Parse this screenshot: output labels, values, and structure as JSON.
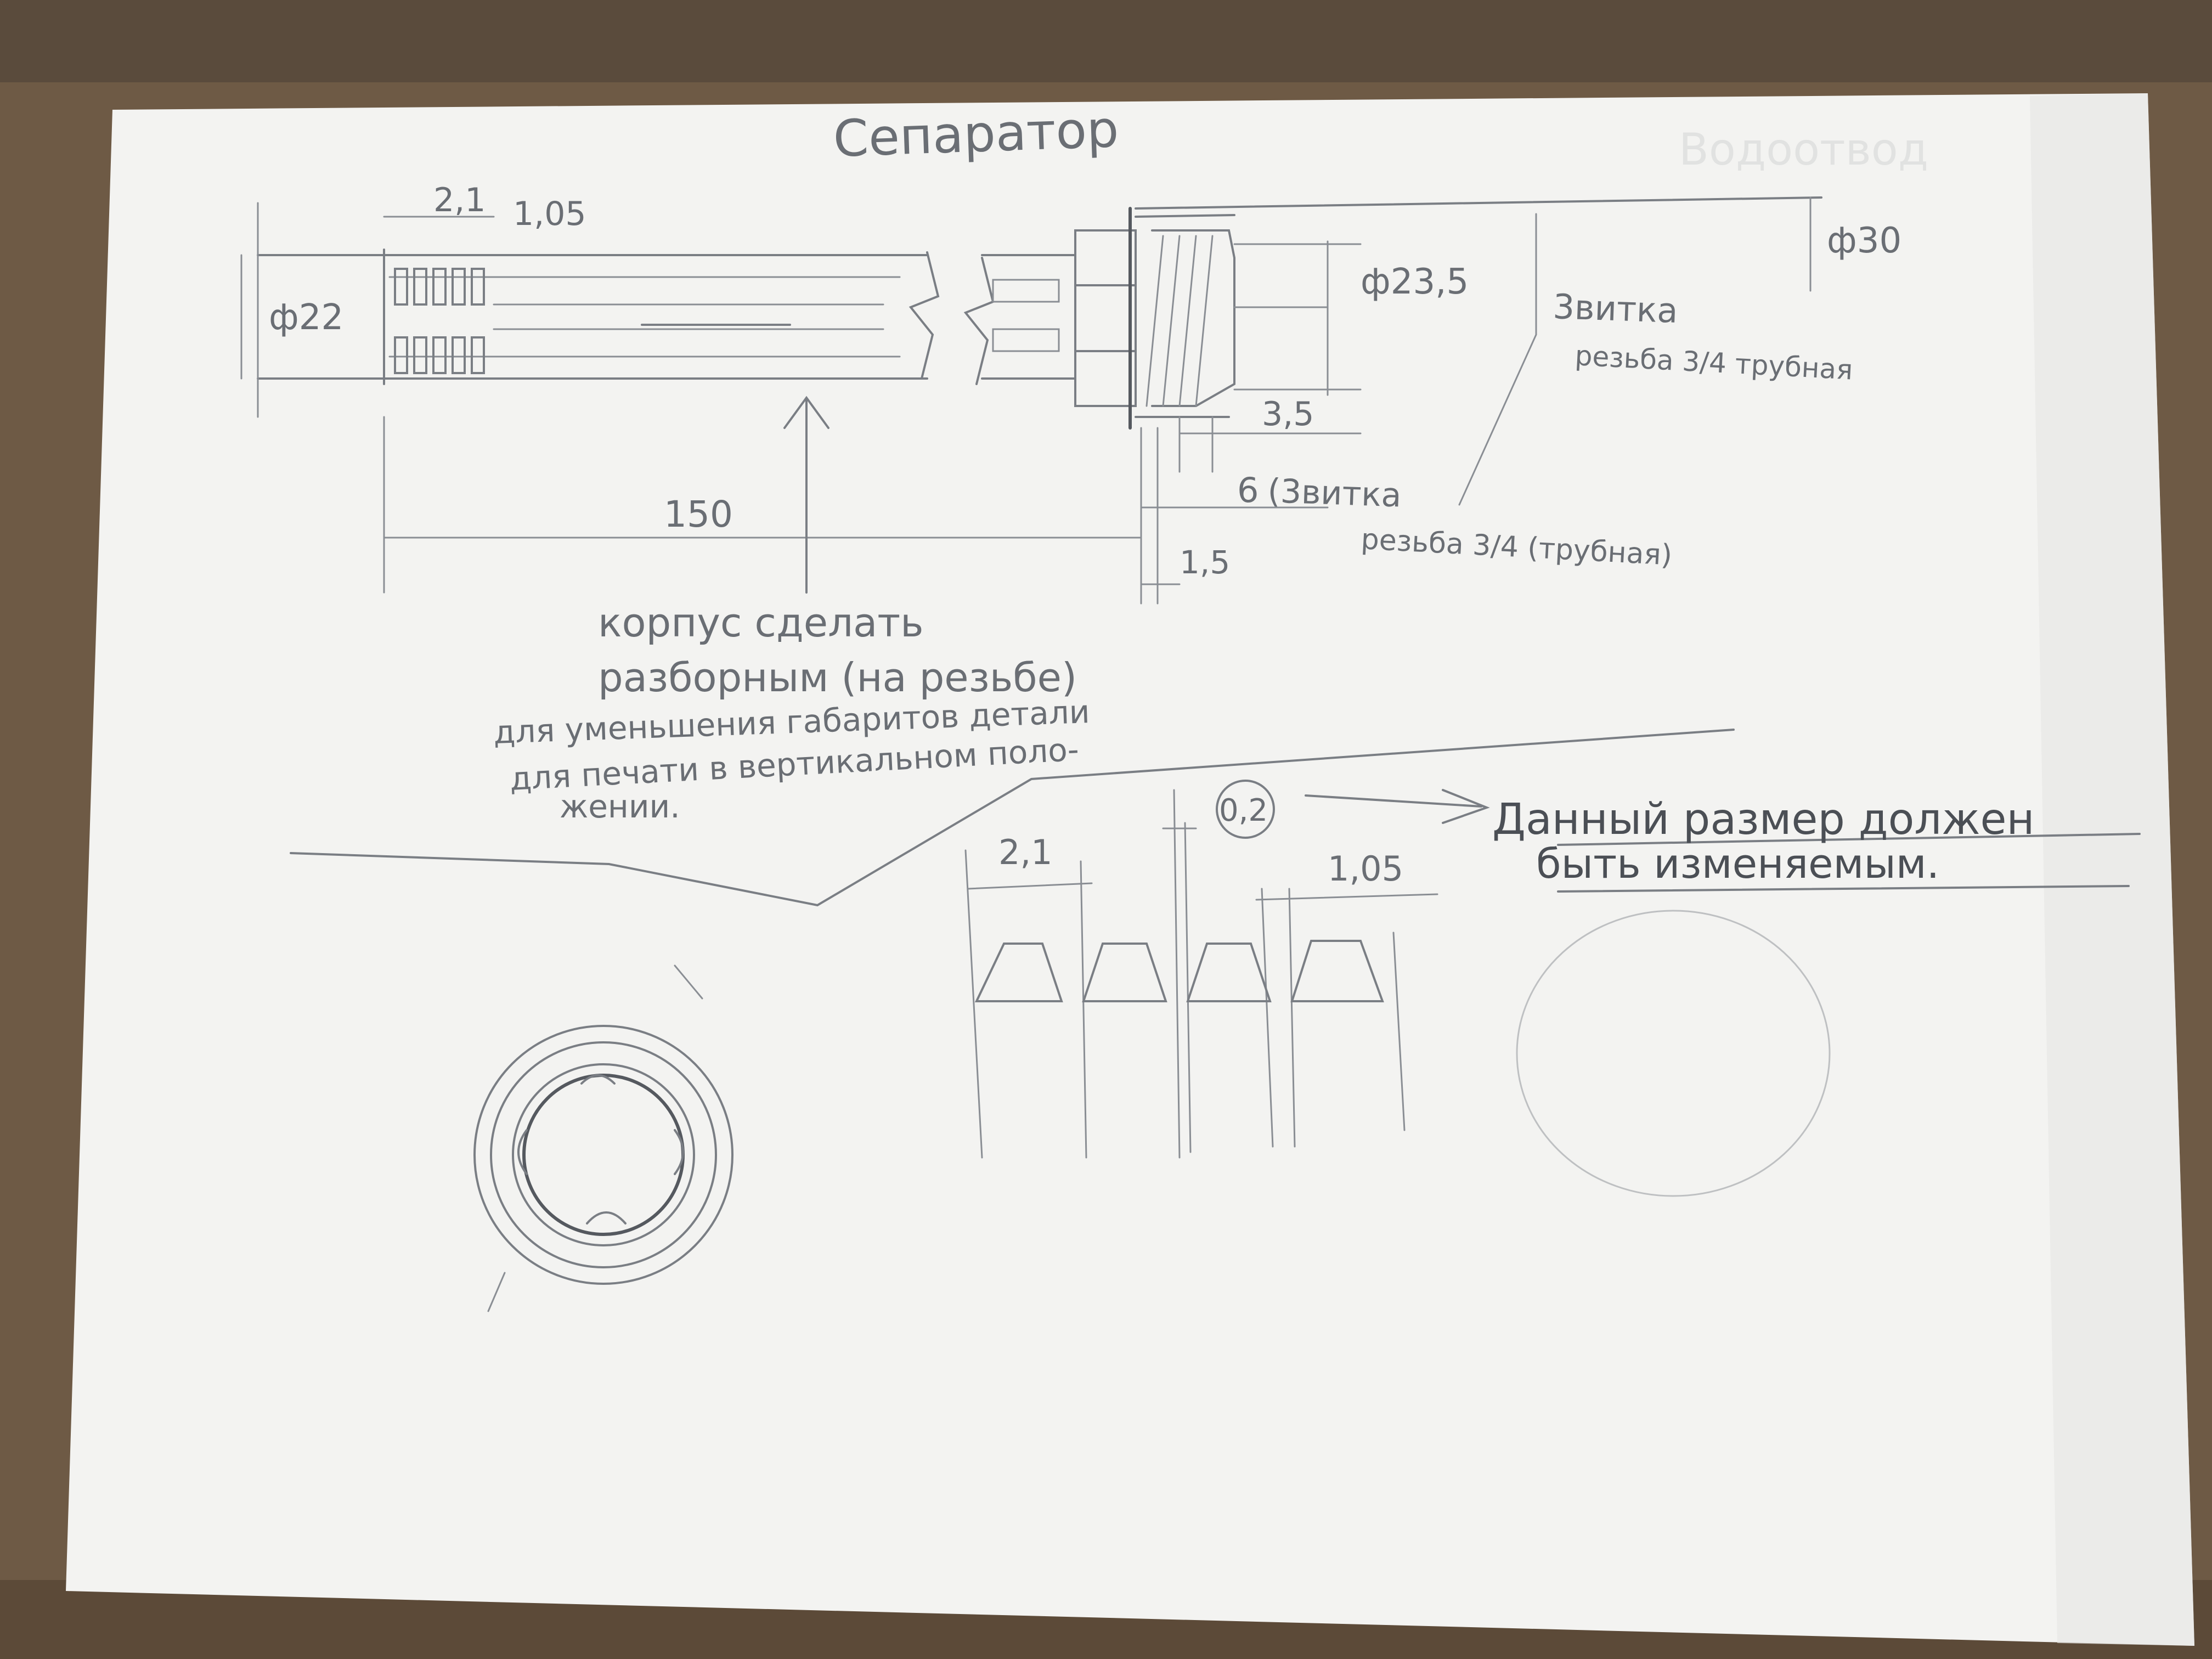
{
  "colors": {
    "desk": "#6b5844",
    "paper": "#f4f4f2",
    "pencil": "#6a6e74",
    "pencil_dark": "#4b4f55"
  },
  "sheet": {
    "title": "Сепаратор",
    "faint_title": "Водоотвод"
  },
  "dims": {
    "d22": "ф22",
    "pitch": "2,1",
    "gap": "1,05",
    "d23": "ф23,5",
    "d30": "ф30",
    "len150": "150",
    "d35": "3,5",
    "d6": "6",
    "d15": "1,5"
  },
  "notes": {
    "turns3_a": "3витка",
    "thread_a": "резьба 3/4 трубная",
    "turns3_b": "(3витка",
    "thread_b": "резьба 3/4 (трубная)",
    "body_line1": "корпус сделать",
    "body_line2": "разборным (на резьбе)",
    "reason_line1": "для уменьшения габаритов детали",
    "reason_line2": "для печати в вертикальном поло-",
    "reason_line3": "жении."
  },
  "detail": {
    "pitch": "2,1",
    "gap": "1,05",
    "tolerance": "0,2",
    "variable_line1": "Данный размер должен",
    "variable_line2": "быть изменяемым."
  }
}
